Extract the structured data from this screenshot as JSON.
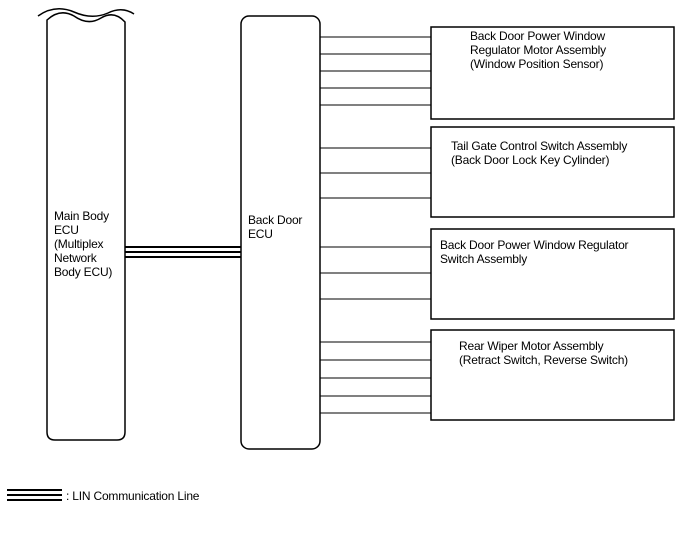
{
  "main_ecu": {
    "label": "Main Body\nECU\n(Multiplex\nNetwork\nBody ECU)"
  },
  "back_door_ecu": {
    "label": "Back Door\nECU"
  },
  "assemblies": [
    {
      "label": "Back Door Power Window\nRegulator Motor Assembly\n(Window Position Sensor)"
    },
    {
      "label": "Tail Gate Control Switch Assembly\n(Back Door Lock Key Cylinder)"
    },
    {
      "label": "Back Door Power Window Regulator\nSwitch Assembly"
    },
    {
      "label": "Rear Wiper Motor Assembly\n(Retract Switch, Reverse Switch)"
    }
  ],
  "legend": {
    "label": ": LIN Communication Line"
  }
}
